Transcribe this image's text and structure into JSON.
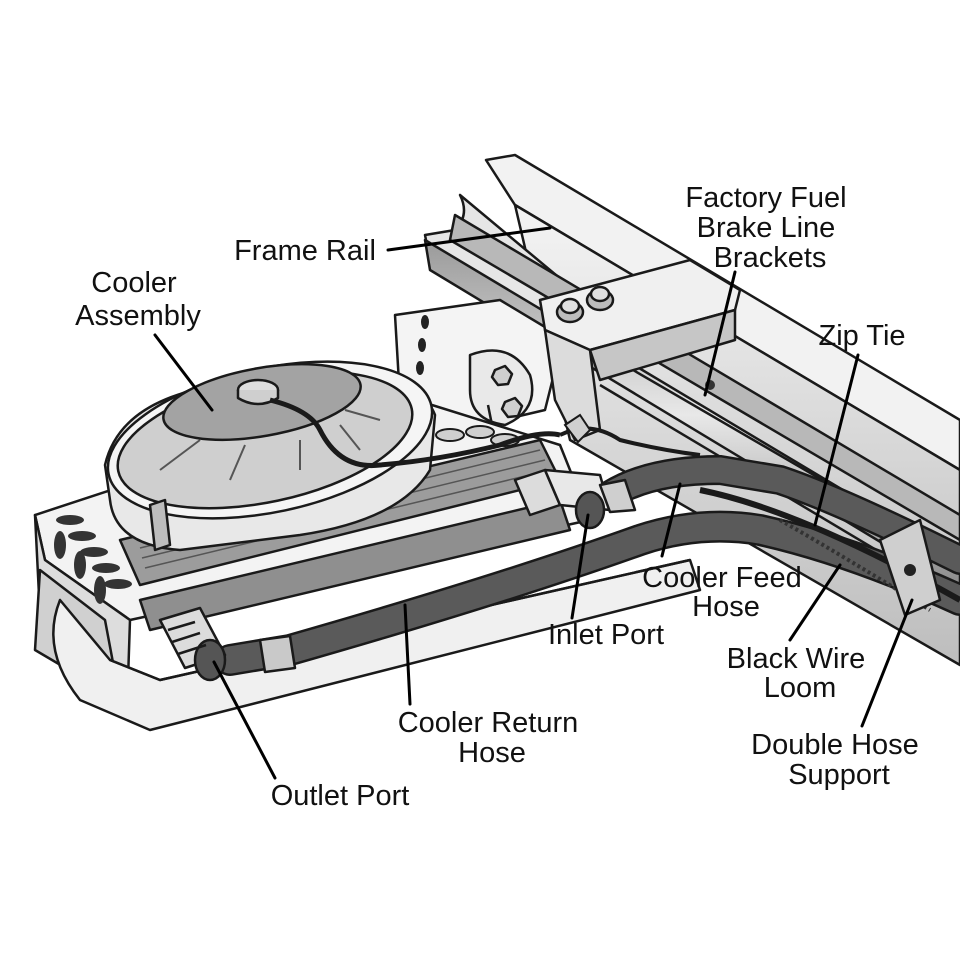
{
  "labels": {
    "frame_rail": "Frame Rail",
    "cooler_assembly": [
      "Cooler",
      "Assembly"
    ],
    "factory_brackets": [
      "Factory Fuel",
      "Brake Line",
      "Brackets"
    ],
    "zip_tie": "Zip Tie",
    "cooler_feed_hose": [
      "Cooler Feed",
      "Hose"
    ],
    "inlet_port": "Inlet Port",
    "black_wire_loom": [
      "Black Wire",
      "Loom"
    ],
    "cooler_return_hose": [
      "Cooler Return",
      "Hose"
    ],
    "double_hose_support": [
      "Double Hose",
      "Support"
    ],
    "outlet_port": "Outlet Port"
  },
  "colors": {
    "line": "#1a1a1a",
    "light_fill": "#efefef",
    "mid_fill": "#d4d4d4",
    "dark_fill": "#8a8a8a",
    "hose": "#5a5a5a",
    "cooler_face": "#a9a9a9"
  }
}
